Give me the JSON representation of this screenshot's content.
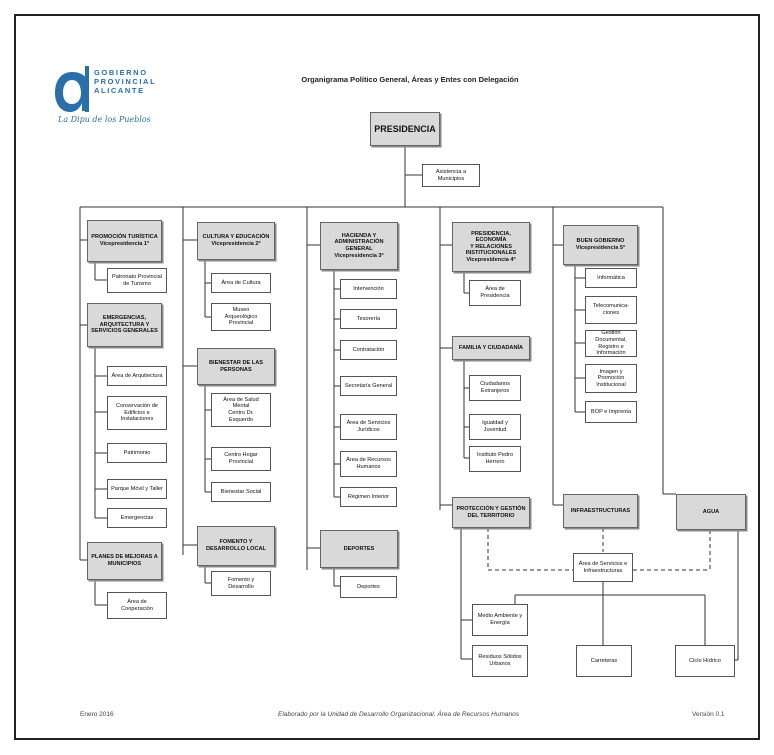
{
  "logo": {
    "line1": "GOBIERNO",
    "line2": "PROVINCIAL",
    "line3": "ALICANTE",
    "slogan": "La Dipu de los Pueblos",
    "brand_color": "#2a6fa8"
  },
  "title": "Organigrama Político General, Áreas y Entes con Delegación",
  "nodes": {
    "presidencia": "PRESIDENCIA",
    "asistencia": "Asistencia a\nMunicipios",
    "promocion": "PROMOCIÓN TURÍSTICA\nVicepresidencia 1ª",
    "patronato": "Patronato Provincial\nde Turismo",
    "emergencias_arq": "EMERGENCIAS,\nARQUITECTURA Y\nSERVICIOS GENERALES",
    "area_arquitectura": "Área de Arquitectura",
    "conservacion": "Conservación de\nEdificios e\nInstalaciones",
    "patrimonio": "Patrimonio",
    "parque_movil": "Parque Móvil y Taller",
    "emergencias": "Emergencias",
    "planes": "PLANES DE MEJORAS A\nMUNICIPIOS",
    "area_cooperacion": "Área de\nCooperación",
    "cultura": "CULTURA Y EDUCACIÓN\nVicepresidencia 2ª",
    "area_cultura": "Área de Cultura",
    "museo": "Museo\nArqueológico\nProvincial",
    "bienestar": "BIENESTAR DE LAS\nPERSONAS",
    "salud_mental": "Área de Salud\nMental\nCentro Dr.\nEsquerdo",
    "centro_hogar": "Centro Hogar\nProvincial",
    "bienestar_social": "Bienestar Social",
    "fomento": "FOMENTO Y\nDESARROLLO LOCAL",
    "fomento_des": "Fomento y\nDesarrollo",
    "hacienda": "HACIENDA Y\nADMINISTRACIÓN\nGENERAL\nVicepresidencia 3ª",
    "intervencion": "Intervención",
    "tesoreria": "Tesorería",
    "contratacion": "Contratación",
    "secretaria": "Secretaría General",
    "servicios_juridicos": "Área de Servicios\nJurídicos",
    "recursos_humanos": "Área de Recursos\nHumanos",
    "regimen_interior": "Régimen Interior",
    "deportes_head": "DEPORTES",
    "deportes": "Deportes",
    "presidencia_eco": "PRESIDENCIA, ECONOMÍA\nY RELACIONES\nINSTITUCIONALES\nVicepresidencia 4ª",
    "area_presidencia": "Área de\nPresidencia",
    "familia": "FAMILIA Y CIUDADANÍA",
    "ciudadanos_ext": "Ciudadanos\nExtranjeros",
    "igualdad": "Igualdad y\nJuventud",
    "instituto": "Instituto Pedro\nHerrero",
    "proteccion": "PROTECCIÓN Y GESTIÓN\nDEL TERRITORIO",
    "buen_gobierno": "BUEN GOBIERNO\nVicepresidencia 5ª",
    "informatica": "Informática",
    "telecom": "Telecomunica-\nciones",
    "gestion_doc": "Gestión Documental,\nRegistro e\nInformación",
    "imagen": "Imagen y\nPromoción\nInstitucional",
    "bop": "BOP e Imprenta",
    "infraestructuras": "INFRAESTRUCTURAS",
    "agua": "AGUA",
    "area_servicios_inf": "Área de Servicios e\nInfraestructuras",
    "medio_ambiente": "Medio Ambiente y\nEnergía",
    "residuos": "Residuos Sólidos\nUrbanos",
    "carreteras": "Carreteras",
    "ciclo_hidrico": "Ciclo Hídrico"
  },
  "footer": {
    "date": "Enero 2016",
    "credit": "Elaborado por la Unidad de Desarrollo Organizacional. Área de Recursos Humanos",
    "version": "Versión 0.1"
  }
}
